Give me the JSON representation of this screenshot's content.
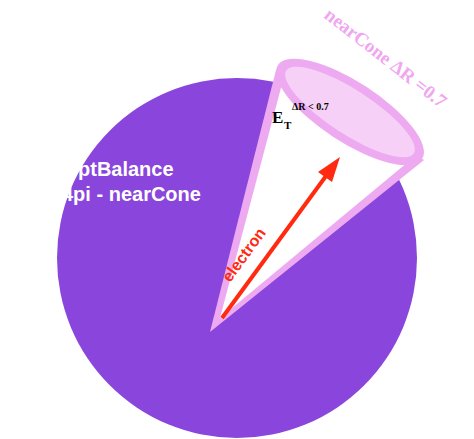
{
  "diagram": {
    "nodes": [
      {
        "text": [
          "ptBalance",
          "4pi - nearCone"
        ]
      },
      {
        "text": [
          "E",
          "T",
          "ΔR < 0.7",
          "nearCone ΔR =0.7"
        ],
        "in": 0
      }
    ],
    "labels": [
      "electron"
    ]
  }
}
